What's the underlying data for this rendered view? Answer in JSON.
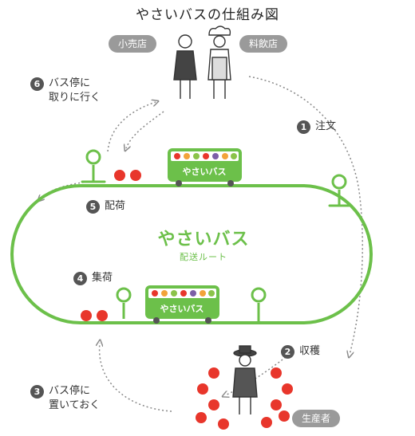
{
  "title": "やさいバスの仕組み図",
  "roles": {
    "retailer": "小売店",
    "restaurant": "料飲店",
    "producer": "生産者"
  },
  "steps": [
    {
      "num": "1",
      "text": "注文"
    },
    {
      "num": "2",
      "text": "収穫"
    },
    {
      "num": "3",
      "text": "バス停に\n置いておく"
    },
    {
      "num": "4",
      "text": "集荷"
    },
    {
      "num": "5",
      "text": "配荷"
    },
    {
      "num": "6",
      "text": "バス停に\n取りに行く"
    }
  ],
  "route": {
    "name": "やさいバス",
    "label": "配送ルート"
  },
  "bus_label": "やさいバス",
  "colors": {
    "route_green": "#6cc04a",
    "tomato_red": "#e8362b",
    "pill_gray": "#9a9a9a",
    "arrow_gray": "#888888"
  }
}
